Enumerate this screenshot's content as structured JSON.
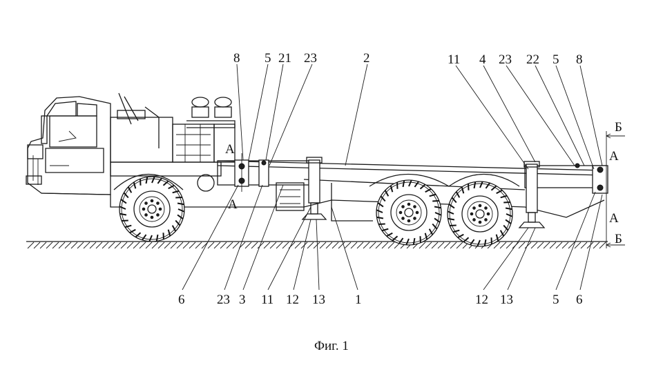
{
  "figure": {
    "caption": "Фиг. 1"
  },
  "labels": {
    "top_left": [
      "8",
      "5",
      "21",
      "23"
    ],
    "top_mid": "2",
    "top_right": [
      "11",
      "4",
      "23",
      "22",
      "5",
      "8"
    ],
    "bottom_left": [
      "6",
      "23",
      "3",
      "11",
      "12",
      "13",
      "1"
    ],
    "bottom_right": [
      "12",
      "13",
      "5",
      "6"
    ],
    "section_A": "А",
    "section_B": "Б"
  },
  "icons": {
    "truck": "truck-chassis-drawing",
    "wheel": "wheel-icon",
    "ground": "ground-hatching"
  }
}
